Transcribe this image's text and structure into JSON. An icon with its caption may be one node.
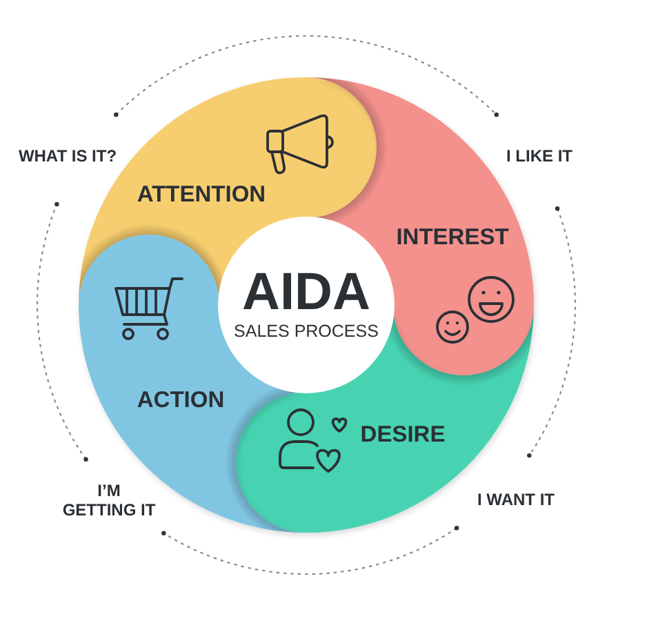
{
  "diagram": {
    "nodes": [
      {
        "text": [
          "AIDA",
          "SALES PROCESS"
        ]
      },
      {
        "text": [
          "ATTENTION"
        ],
        "beside": [
          "WHAT IS IT?"
        ]
      },
      {
        "text": [
          "INTEREST"
        ],
        "beside": [
          "I LIKE IT"
        ]
      },
      {
        "text": [
          "DESIRE"
        ],
        "beside": [
          "I WANT IT"
        ]
      },
      {
        "text": [
          "ACTION"
        ],
        "beside": [
          "I’M GETTING IT"
        ]
      }
    ]
  }
}
